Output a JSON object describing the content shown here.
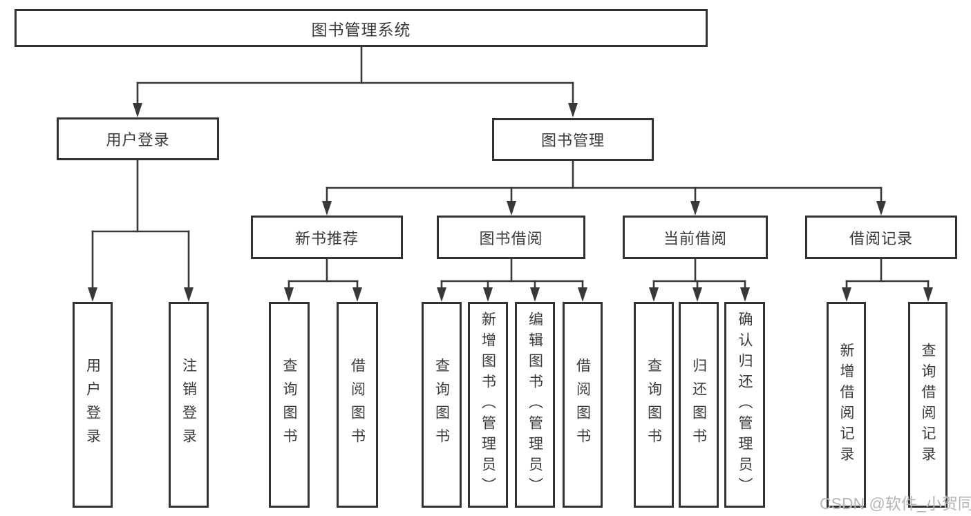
{
  "colors": {
    "line": "#383838",
    "border": "#323232",
    "text": "#3b3b3b",
    "watermark": "#b5b5b5",
    "background": "#ffffff"
  },
  "watermark": "CSDN @软件_小贺同学",
  "nodes": {
    "root": "图书管理系统",
    "user_login": "用户登录",
    "book_mgmt": "图书管理",
    "new_book_rec": "新书推荐",
    "book_borrow": "图书借阅",
    "current_borrow": "当前借阅",
    "borrow_record": "借阅记录",
    "ul_login": "用户登录",
    "ul_logout": "注销登录",
    "nbr_query": "查询图书",
    "nbr_borrow": "借阅图书",
    "bb_query": "查询图书",
    "bb_add": "新增图书（管理员）",
    "bb_edit": "编辑图书（管理员）",
    "bb_borrow": "借阅图书",
    "cb_query": "查询图书",
    "cb_return": "归还图书",
    "cb_confirm": "确认归还（管理员）",
    "br_add": "新增借阅记录",
    "br_query": "查询借阅记录"
  }
}
